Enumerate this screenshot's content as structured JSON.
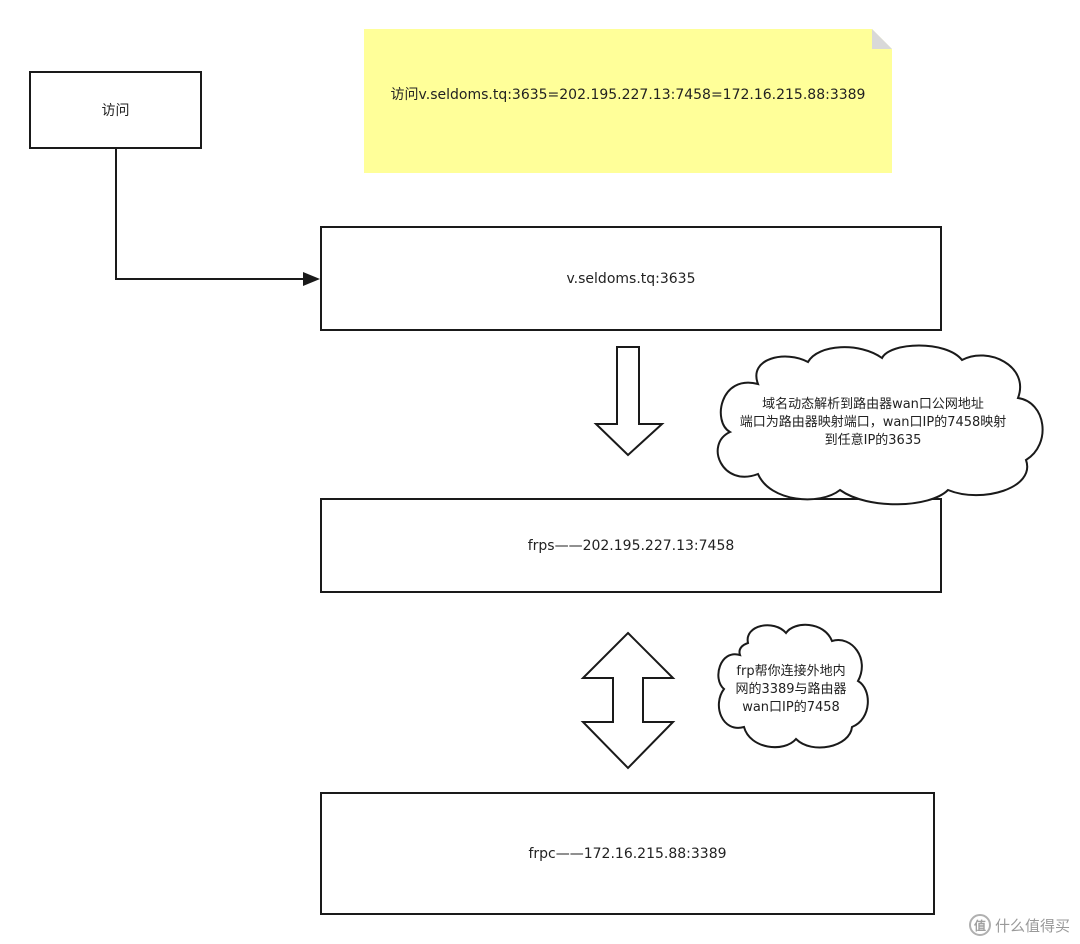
{
  "nodes": {
    "visit": "访问",
    "domain": "v.seldoms.tq:3635",
    "frps": "frps——202.195.227.13:7458",
    "frpc": "frpc——172.16.215.88:3389"
  },
  "note": "访问v.seldoms.tq:3635=202.195.227.13:7458=172.16.215.88:3389",
  "clouds": {
    "ddns": {
      "line1": "域名动态解析到路由器wan口公网地址",
      "line2": "端口为路由器映射端口，wan口IP的7458映射",
      "line3": "到任意IP的3635"
    },
    "frp": {
      "line1": "frp帮你连接外地内",
      "line2": "网的3389与路由器",
      "line3": "wan口IP的7458"
    }
  },
  "watermark": {
    "logo": "值",
    "text": "什么值得买"
  },
  "colors": {
    "note_fill": "#ffff99",
    "note_fold": "#d9d9d9",
    "stroke": "#1a1a1a",
    "watermark": "#9a9a9a"
  }
}
